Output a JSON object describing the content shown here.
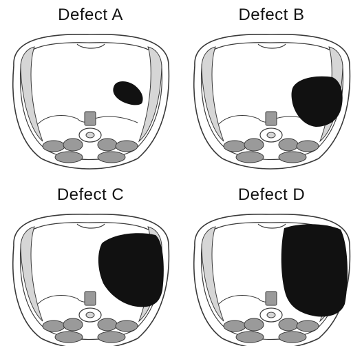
{
  "panels": [
    {
      "title": "Defect A"
    },
    {
      "title": "Defect B"
    },
    {
      "title": "Defect C"
    },
    {
      "title": "Defect D"
    }
  ],
  "colors": {
    "outline": "#3a3a3a",
    "rib_fill": "#d6d6d6",
    "muscle_fill": "#9a9a9a",
    "defect_fill": "#111111",
    "background": "#ffffff"
  }
}
